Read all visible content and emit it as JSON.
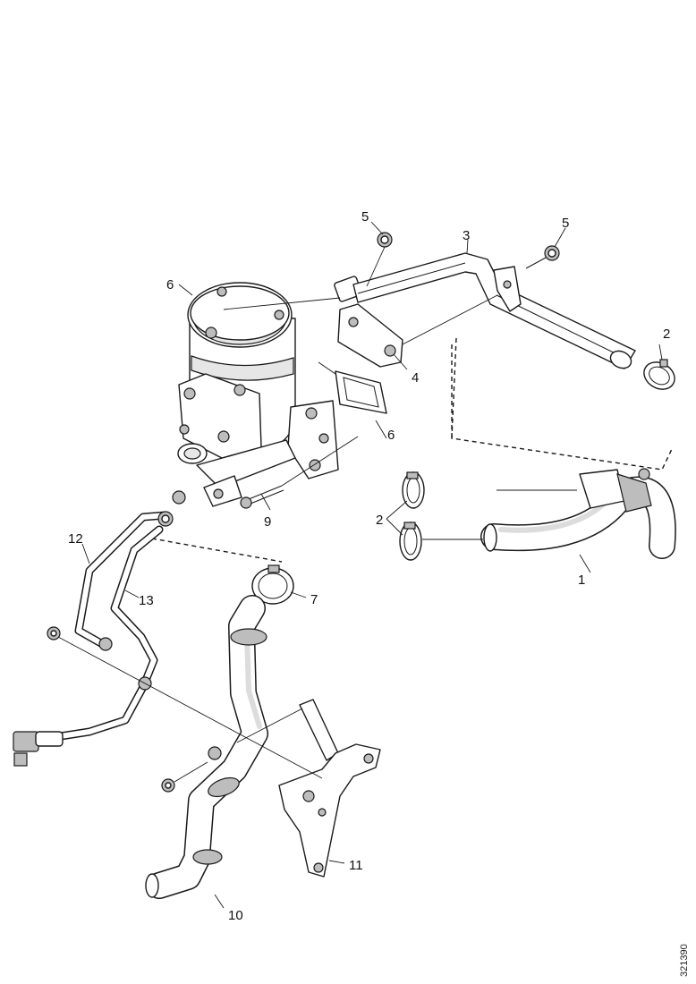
{
  "diagram": {
    "callouts": {
      "c1": "1",
      "c2": "2",
      "c2b": "2",
      "c3": "3",
      "c4": "4",
      "c5a": "5",
      "c5b": "5",
      "c6a": "6",
      "c6b": "6",
      "c7": "7",
      "c9": "9",
      "c10": "10",
      "c11": "11",
      "c12": "12",
      "c13": "13"
    },
    "document_number": "321390"
  }
}
